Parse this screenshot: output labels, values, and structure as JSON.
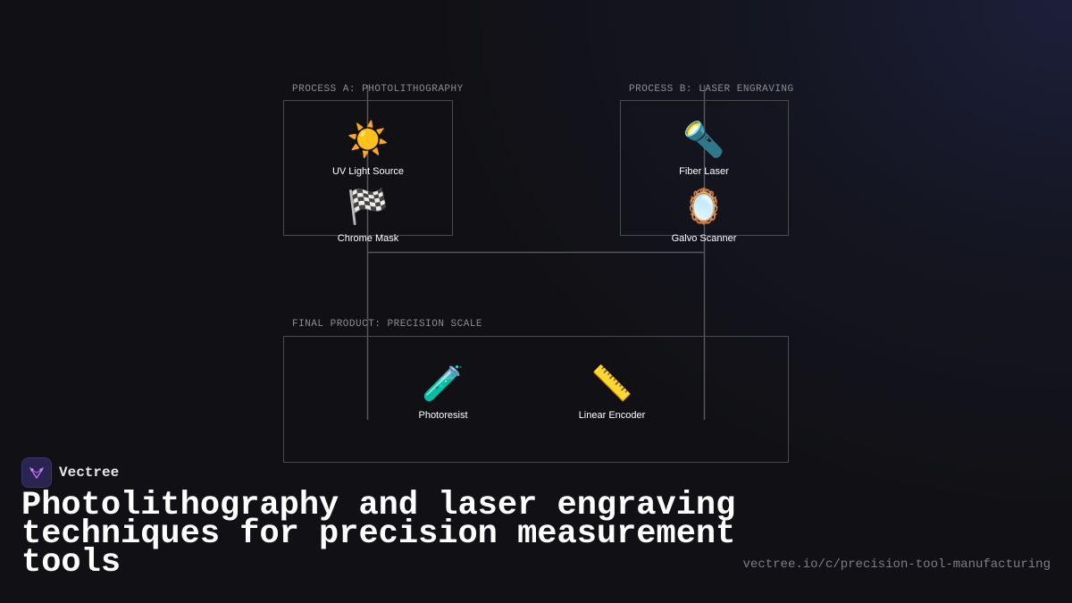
{
  "groups": {
    "process_a": "PROCESS A: PHOTOLITHOGRAPHY",
    "process_b": "PROCESS B: LASER ENGRAVING",
    "final": "FINAL PRODUCT: PRECISION SCALE"
  },
  "nodes": {
    "uv_light": {
      "icon": "☀️",
      "icon_name": "sun-icon",
      "label": "UV Light Source"
    },
    "chrome_mask": {
      "icon": "🏁",
      "icon_name": "checkered-flag-icon",
      "label": "Chrome Mask"
    },
    "fiber_laser": {
      "icon": "🔦",
      "icon_name": "flashlight-icon",
      "label": "Fiber Laser"
    },
    "galvo_scanner": {
      "icon": "🪞",
      "icon_name": "mirror-icon",
      "label": "Galvo Scanner"
    },
    "photoresist": {
      "icon": "🧪",
      "icon_name": "test-tube-icon",
      "label": "Photoresist"
    },
    "linear_encoder": {
      "icon": "📏",
      "icon_name": "ruler-icon",
      "label": "Linear Encoder"
    }
  },
  "brand": {
    "name": "Vectree",
    "logo_icon": "vectree-logo-icon"
  },
  "headline": "Photolithography and laser engraving techniques for precision measurement tools",
  "url": "vectree.io/c/precision-tool-manufacturing",
  "colors": {
    "background": "#111115",
    "line": "#4a4a4f",
    "accent": "#2a2450"
  }
}
